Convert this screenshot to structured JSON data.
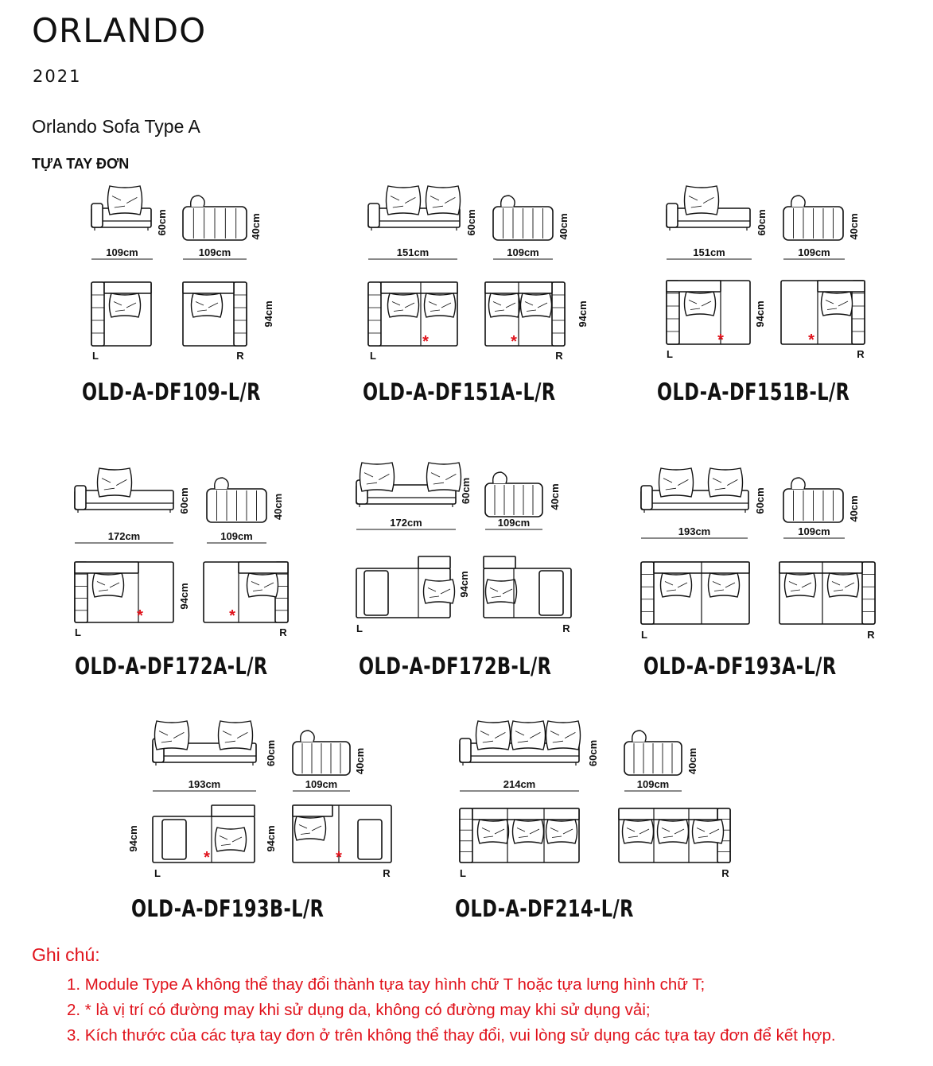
{
  "header": {
    "brand": "ORLANDO",
    "year": "2021",
    "subtitle": "Orlando Sofa Type A",
    "section": "TỰA TAY ĐƠN"
  },
  "colors": {
    "note_red": "#e0121b",
    "line": "#111111"
  },
  "common": {
    "depth": "94cm",
    "height_seat": "60cm",
    "height_back": "40cm",
    "arm_width": "109cm",
    "left_mark": "L",
    "right_mark": "R",
    "stitch_mark": "*"
  },
  "modules": [
    {
      "code": "OLD-A-DF109-L/R",
      "width": "109cm",
      "side_width": "109cm"
    },
    {
      "code": "OLD-A-DF151A-L/R",
      "width": "151cm",
      "side_width": "109cm"
    },
    {
      "code": "OLD-A-DF151B-L/R",
      "width": "151cm",
      "side_width": "109cm"
    },
    {
      "code": "OLD-A-DF172A-L/R",
      "width": "172cm",
      "side_width": "109cm"
    },
    {
      "code": "OLD-A-DF172B-L/R",
      "width": "172cm",
      "side_width": "109cm"
    },
    {
      "code": "OLD-A-DF193A-L/R",
      "width": "193cm",
      "side_width": "109cm"
    },
    {
      "code": "OLD-A-DF193B-L/R",
      "width": "193cm",
      "side_width": "109cm"
    },
    {
      "code": "OLD-A-DF214-L/R",
      "width": "214cm",
      "side_width": "109cm"
    }
  ],
  "notes": {
    "title": "Ghi chú:",
    "items": [
      "1. Module Type A không thể thay đổi thành tựa tay hình chữ T hoặc tựa lưng hình chữ T;",
      "2. * là vị trí có đường may khi sử dụng da, không có đường may khi sử dụng vải;",
      "3. Kích thước của các tựa tay đơn ở trên không thể thay đổi, vui lòng sử dụng các tựa tay đơn để kết hợp."
    ]
  }
}
